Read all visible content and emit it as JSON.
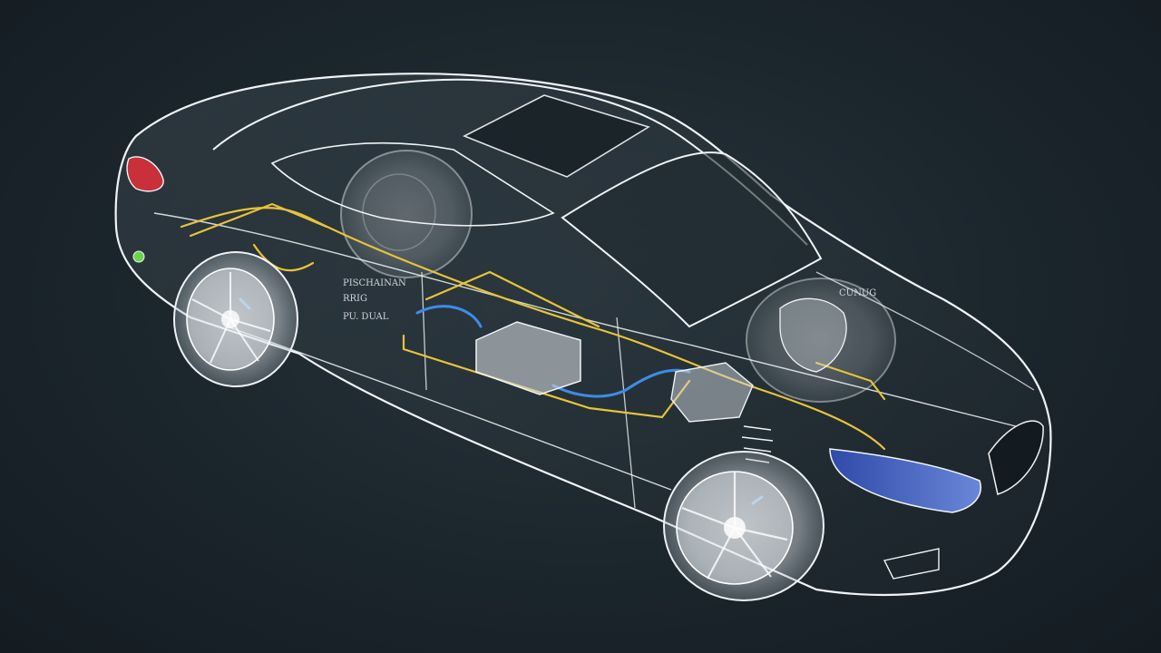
{
  "scene": {
    "subject": "Transparent x-ray style car wireframe",
    "colors": {
      "background": "#1b252c",
      "body_outline": "#e9eef2",
      "wiring_yellow": "#e8c33a",
      "brake_line_blue": "#3f8be8",
      "taillight_red": "#c8303a",
      "headlight_blue": "#3e64c8",
      "indicator_green": "#6fd14a"
    }
  },
  "labels": {
    "label_1": "PISCHAINAN",
    "label_2": "RRIG",
    "label_3": "PU. DUAL",
    "label_4": "CUNUG"
  }
}
